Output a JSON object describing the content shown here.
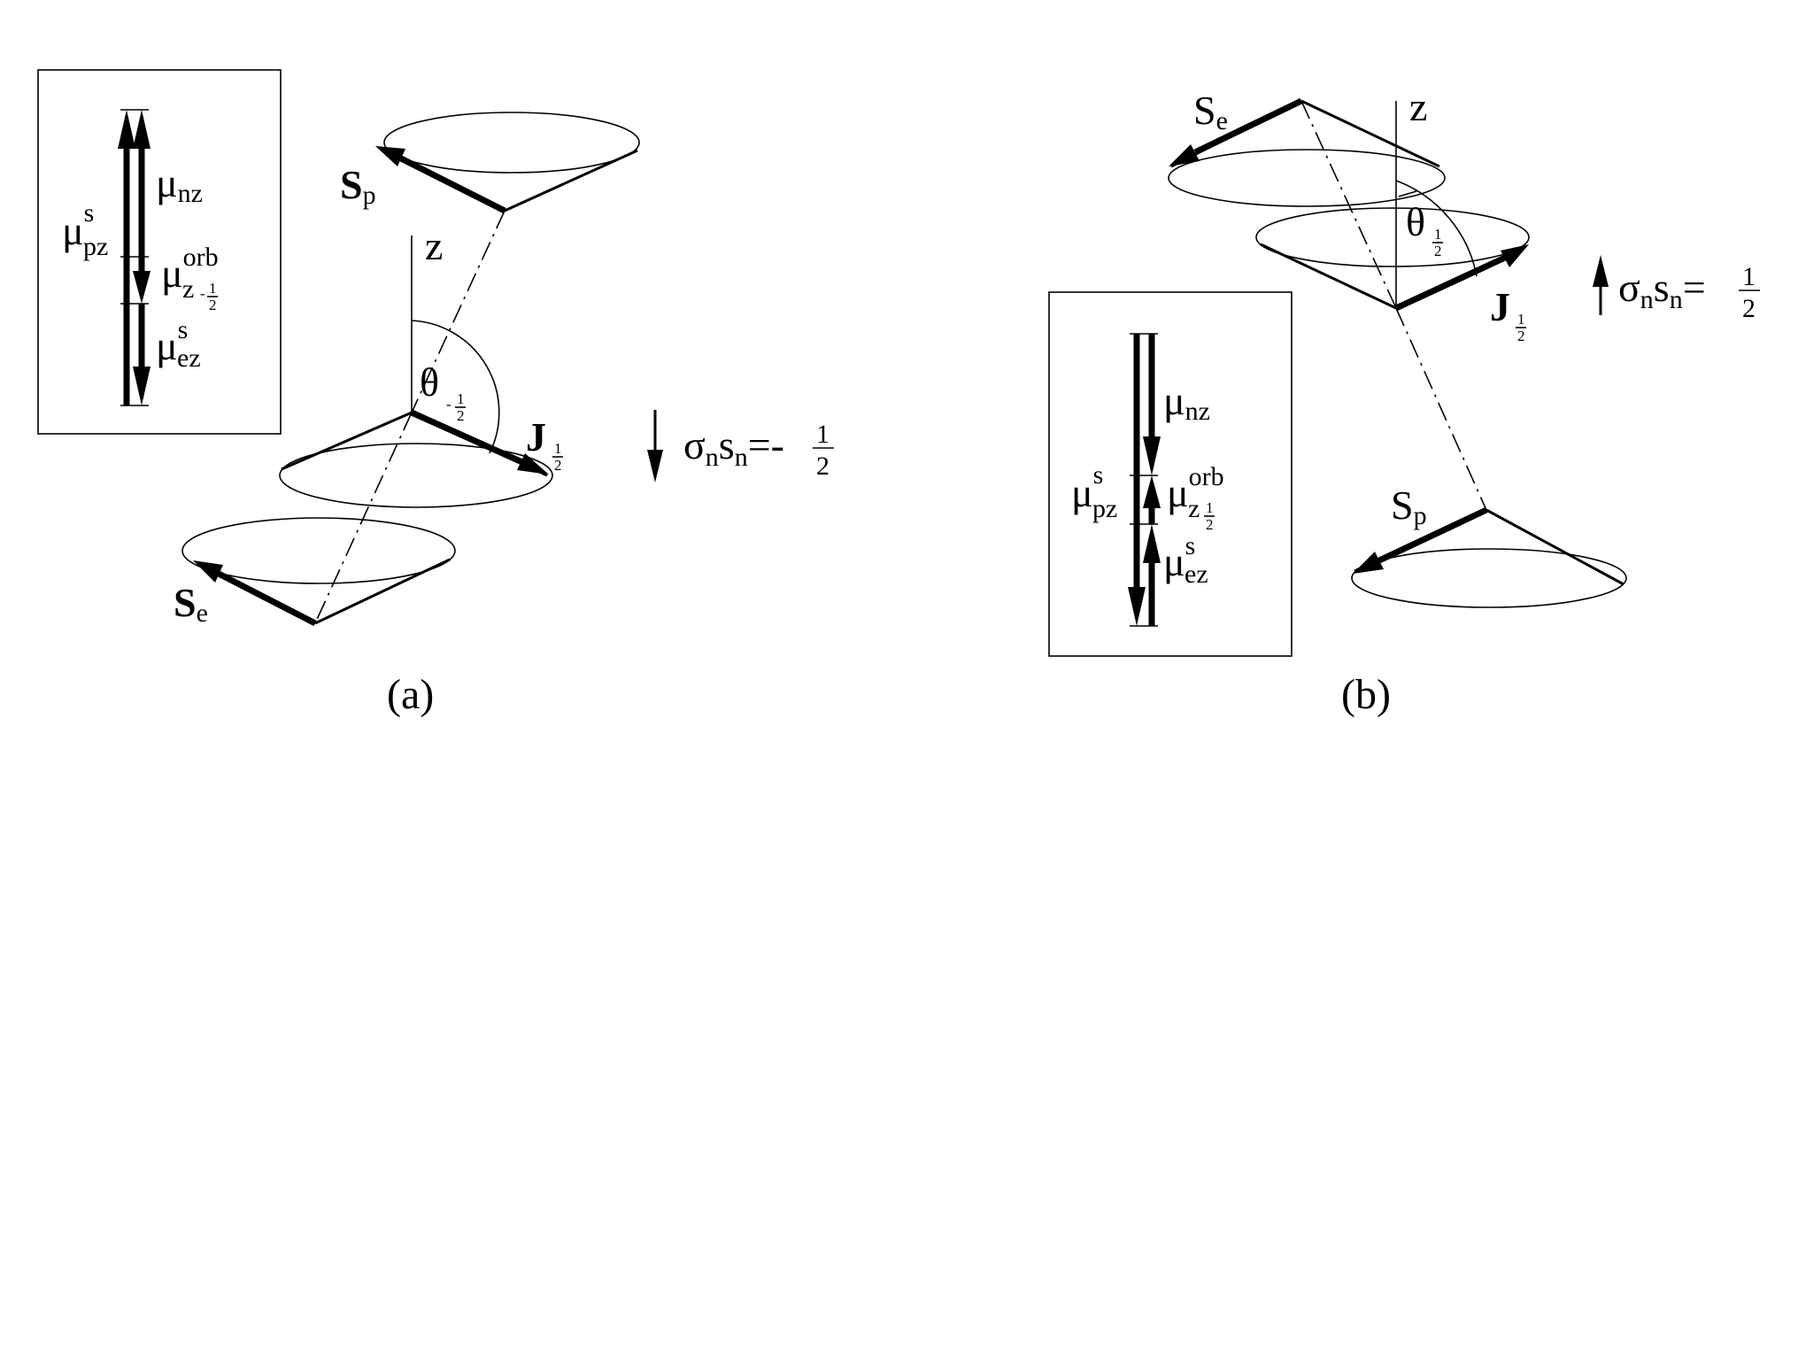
{
  "panel_a": {
    "caption": "(a)",
    "axis": "z",
    "angle": {
      "symbol": "θ",
      "sub_sign": "-",
      "sub_num": "1",
      "sub_den": "2"
    },
    "vectors": {
      "Sp": {
        "base": "S",
        "sub": "p"
      },
      "Se": {
        "base": "S",
        "sub": "e"
      },
      "J": {
        "base": "J",
        "sub_num": "1",
        "sub_den": "2"
      }
    },
    "spin_label": {
      "base": "σ",
      "sub1": "n",
      "mid": "s",
      "sub2": "n",
      "eq": "=-",
      "num": "1",
      "den": "2"
    },
    "inset": {
      "mu_nz": {
        "base": "μ",
        "sub": "nz"
      },
      "mu_pz": {
        "base": "μ",
        "sup": "s",
        "sub": "pz"
      },
      "mu_orb": {
        "base": "μ",
        "sup": "orb",
        "sub": "z",
        "sub_sign": "-",
        "sub_num": "1",
        "sub_den": "2"
      },
      "mu_ez": {
        "base": "μ",
        "sup": "s",
        "sub": "ez"
      }
    }
  },
  "panel_b": {
    "caption": "(b)",
    "axis": "z",
    "angle": {
      "symbol": "θ",
      "sub_num": "1",
      "sub_den": "2"
    },
    "vectors": {
      "Se": {
        "base": "S",
        "sub": "e"
      },
      "Sp": {
        "base": "S",
        "sub": "p"
      },
      "J": {
        "base": "J",
        "sub_num": "1",
        "sub_den": "2"
      }
    },
    "spin_label": {
      "base": "σ",
      "sub1": "n",
      "mid": "s",
      "sub2": "n",
      "eq": "=",
      "num": "1",
      "den": "2"
    },
    "inset": {
      "mu_nz": {
        "base": "μ",
        "sub": "nz"
      },
      "mu_pz": {
        "base": "μ",
        "sup": "s",
        "sub": "pz"
      },
      "mu_orb": {
        "base": "μ",
        "sup": "orb",
        "sub": "z",
        "sub_num": "1",
        "sub_den": "2"
      },
      "mu_ez": {
        "base": "μ",
        "sup": "s",
        "sub": "ez"
      }
    }
  }
}
